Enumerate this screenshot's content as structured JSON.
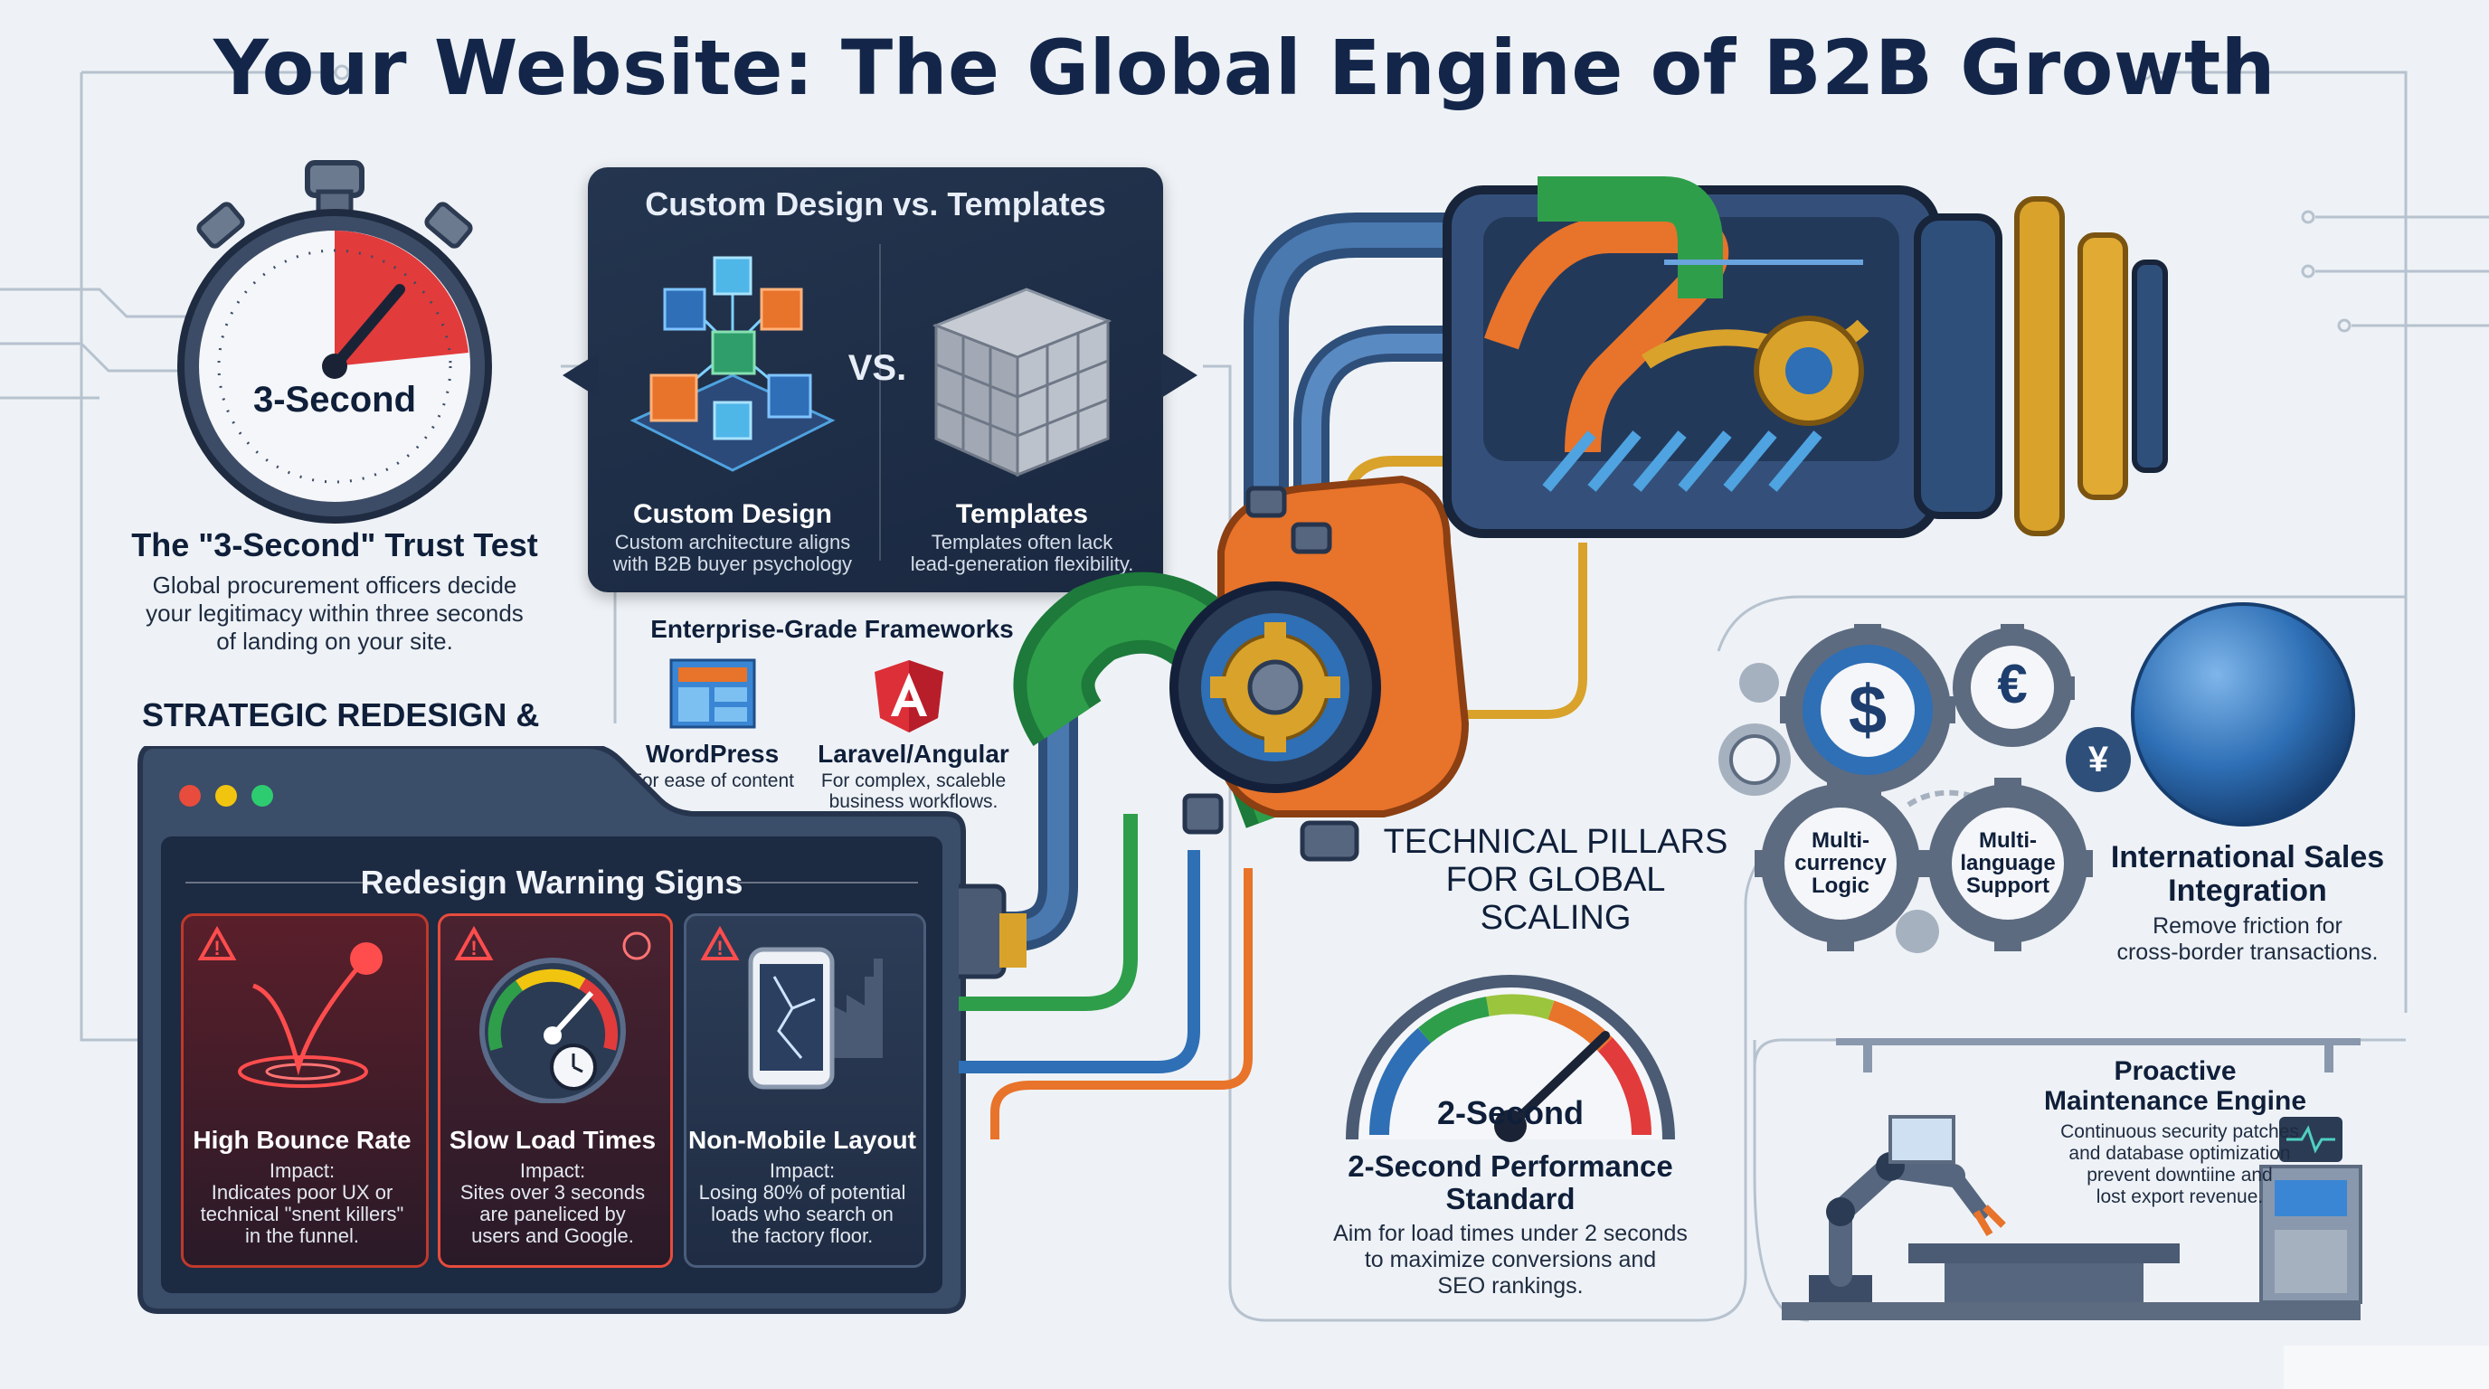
{
  "title": "Your Website: The Global Engine of B2B Growth",
  "trust_test": {
    "stopwatch_label": "3-Second",
    "title": "The \"3-Second\" Trust Test",
    "body_lines": [
      "Global procurement officers decide",
      "your legitimacy within three seconds",
      "of landing on your site."
    ]
  },
  "custom_vs_templates": {
    "title": "Custom Design vs. Templates",
    "vs": "VS.",
    "custom": {
      "title": "Custom Design",
      "body_lines": [
        "Custom architecture aligns",
        "with B2B buyer psychology"
      ]
    },
    "templates": {
      "title": "Templates",
      "body_lines": [
        "Templates often lack",
        "lead-generation flexibility."
      ]
    }
  },
  "frameworks": {
    "title": "Enterprise-Grade Frameworks",
    "wordpress": {
      "name": "WordPress",
      "body_lines": [
        "For ease of content"
      ]
    },
    "laravel": {
      "name": "Laravel/Angular",
      "body_lines": [
        "For complex, scaleble",
        "business workflows."
      ]
    }
  },
  "strategic_heading": "STRATEGIC REDESIGN &",
  "warning_signs": {
    "title": "Redesign Warning Signs",
    "cards": [
      {
        "label": "High Bounce Rate",
        "body_lines": [
          "Impact:",
          "Indicates poor UX or",
          "technical \"snent killers\"",
          "in the funnel."
        ],
        "border": "#c0392b"
      },
      {
        "label": "Slow Load Times",
        "body_lines": [
          "Impact:",
          "Sites over 3 seconds",
          "are paneliced by",
          "users and Google."
        ],
        "border": "#e74c3c"
      },
      {
        "label": "Non-Mobile Layout",
        "body_lines": [
          "Impact:",
          "Losing 80% of potential",
          "loads who search on",
          "the factory floor."
        ],
        "border": "#4a5d7a"
      }
    ]
  },
  "technical_pillars": {
    "heading_lines": [
      "TECHNICAL PILLARS",
      "FOR GLOBAL SCALING"
    ],
    "multi_currency": [
      "Multi-",
      "currency",
      "Logic"
    ],
    "multi_language": [
      "Multi-",
      "language",
      "Support"
    ],
    "currency_symbols": [
      "$",
      "€",
      "¥"
    ]
  },
  "international_sales": {
    "title_lines": [
      "International Sales",
      "Integration"
    ],
    "body_lines": [
      "Remove friction for",
      "cross-border transactions."
    ]
  },
  "performance": {
    "gauge_label": "2-Second",
    "title_lines": [
      "2-Second Performance",
      "Standard"
    ],
    "body_lines": [
      "Aim for load times under 2 seconds",
      "to maximize conversions and",
      "SEO rankings."
    ]
  },
  "maintenance": {
    "title_lines": [
      "Proactive",
      "Maintenance Engine"
    ],
    "body_lines": [
      "Continuous security patches",
      "and database optimization",
      "prevent downtiine and",
      "lost export revenue."
    ]
  },
  "colors": {
    "navy": "#13264a",
    "panel": "#1c2a42",
    "red": "#e23b3b",
    "orange": "#e8732a",
    "green": "#2f9e4a",
    "blue": "#2e6fb5",
    "gold": "#d9a22b"
  }
}
